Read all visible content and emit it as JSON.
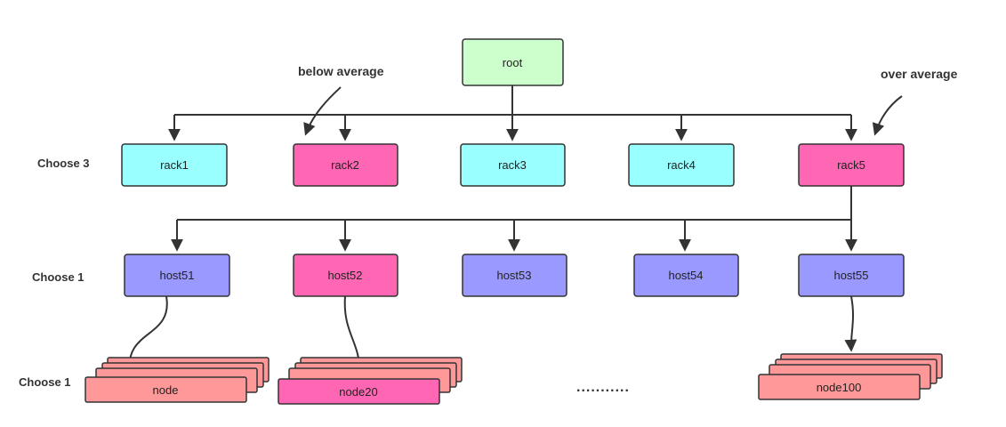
{
  "colors": {
    "root": "#ccffcc",
    "rack_normal": "#99ffff",
    "rack_selected": "#ff66b3",
    "host_normal": "#9999ff",
    "host_selected": "#ff66b3",
    "node_normal": "#ff9999",
    "node_selected": "#ff66b3",
    "line": "#333333"
  },
  "root": {
    "label": "root"
  },
  "racks": [
    {
      "label": "rack1",
      "selected": false
    },
    {
      "label": "rack2",
      "selected": true
    },
    {
      "label": "rack3",
      "selected": false
    },
    {
      "label": "rack4",
      "selected": false
    },
    {
      "label": "rack5",
      "selected": true
    }
  ],
  "hosts": [
    {
      "label": "host51",
      "selected": false
    },
    {
      "label": "host52",
      "selected": true
    },
    {
      "label": "host53",
      "selected": false
    },
    {
      "label": "host54",
      "selected": false
    },
    {
      "label": "host55",
      "selected": false
    }
  ],
  "nodes": [
    {
      "label": "node",
      "selected": false
    },
    {
      "label": "node20",
      "selected": true
    },
    {
      "label": "node100",
      "selected": false
    }
  ],
  "levels": {
    "rack": "Choose 3",
    "host": "Choose 1",
    "node": "Choose 1"
  },
  "annotations": {
    "below": "below average",
    "over": "over average"
  },
  "ellipsis": "..........."
}
